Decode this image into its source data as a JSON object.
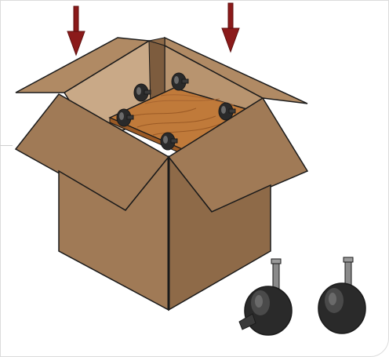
{
  "illustration": {
    "colors": {
      "background": "#ffffff",
      "frame_border": "#dcdcdc",
      "box_front": "#a07a56",
      "box_right": "#8e6a48",
      "flap_light": "#b08a64",
      "box_inside": "#c9a987",
      "box_inside_dark": "#7d5c3e",
      "outline": "#1a1a1a",
      "arrow_red": "#8b1a1a",
      "arrow_dark": "#5e0f0f",
      "wood": "#c07a3a",
      "wood_dark": "#9b5a25",
      "caster_body": "#2a2a2a",
      "caster_highlight": "#6a6a6a",
      "caster_stem": "#8a8a8a"
    },
    "parts": {
      "box": "open-cardboard-box",
      "platform": "wooden-dolly-platform",
      "arrows": [
        "down-arrow-left",
        "down-arrow-right"
      ],
      "casters_in_box": 5,
      "loose_casters": 2
    }
  }
}
